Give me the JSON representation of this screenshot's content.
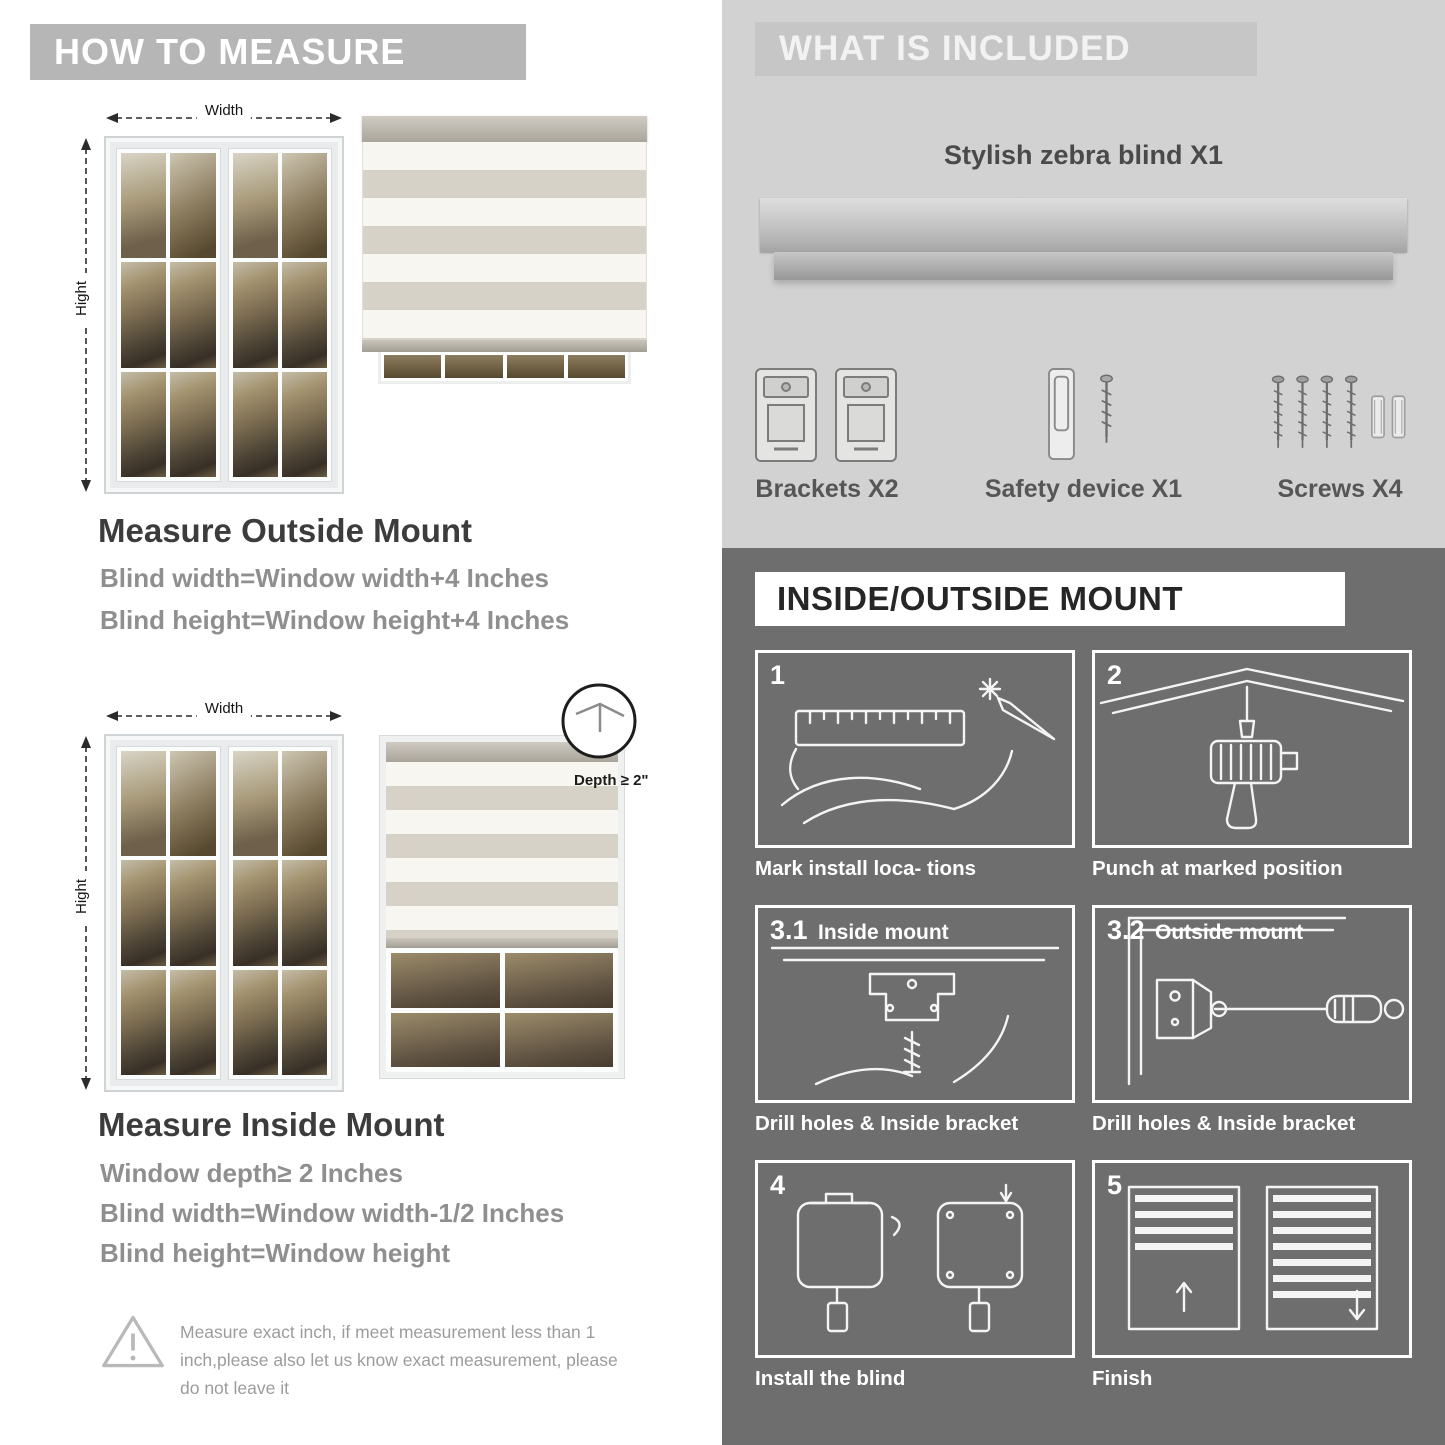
{
  "left": {
    "header": "HOW TO MEASURE",
    "outside": {
      "title": "Measure Outside Mount",
      "width_label": "Width",
      "height_label": "Hight",
      "lines": [
        "Blind width=Window width+4 Inches",
        "Blind height=Window height+4 Inches"
      ]
    },
    "inside": {
      "title": "Measure Inside Mount",
      "width_label": "Width",
      "height_label": "Hight",
      "depth_label": "Depth ≥ 2\"",
      "lines": [
        "Window depth≥ 2 Inches",
        "Blind width=Window width-1/2 Inches",
        "Blind height=Window height"
      ]
    },
    "warning_text": "Measure exact inch, if meet measurement less than 1 inch,please also let us know exact measurement, please do not leave it"
  },
  "right": {
    "included": {
      "header": "WHAT IS INCLUDED",
      "blind_label": "Stylish zebra blind X1",
      "items": [
        {
          "label": "Brackets X2",
          "icon": "brackets-icon"
        },
        {
          "label": "Safety device X1",
          "icon": "safety-device-icon"
        },
        {
          "label": "Screws X4",
          "icon": "screws-icon"
        }
      ]
    },
    "mount": {
      "header": "INSIDE/OUTSIDE MOUNT",
      "steps": [
        {
          "num": "1",
          "title": "",
          "caption": "Mark install loca- tions",
          "icon": "measure-mark-icon"
        },
        {
          "num": "2",
          "title": "",
          "caption": "Punch at  marked position",
          "icon": "drill-icon"
        },
        {
          "num": "3.1",
          "title": "Inside mount",
          "caption": "Drill holes &  Inside bracket",
          "icon": "inside-bracket-icon"
        },
        {
          "num": "3.2",
          "title": "Outside mount",
          "caption": "Drill holes &  Inside bracket",
          "icon": "outside-bracket-icon"
        },
        {
          "num": "4",
          "title": "",
          "caption": "Install the blind",
          "icon": "install-blind-icon"
        },
        {
          "num": "5",
          "title": "",
          "caption": "Finish",
          "icon": "finish-icon"
        }
      ]
    }
  },
  "colors": {
    "banner_gray": "#b6b6b6",
    "included_bg": "#d2d2d2",
    "included_banner": "#c6c6c6",
    "mount_bg": "#6e6e6e",
    "heading_text": "#3c3c3c",
    "body_text": "#8f8f8f",
    "label_text": "#565656"
  }
}
